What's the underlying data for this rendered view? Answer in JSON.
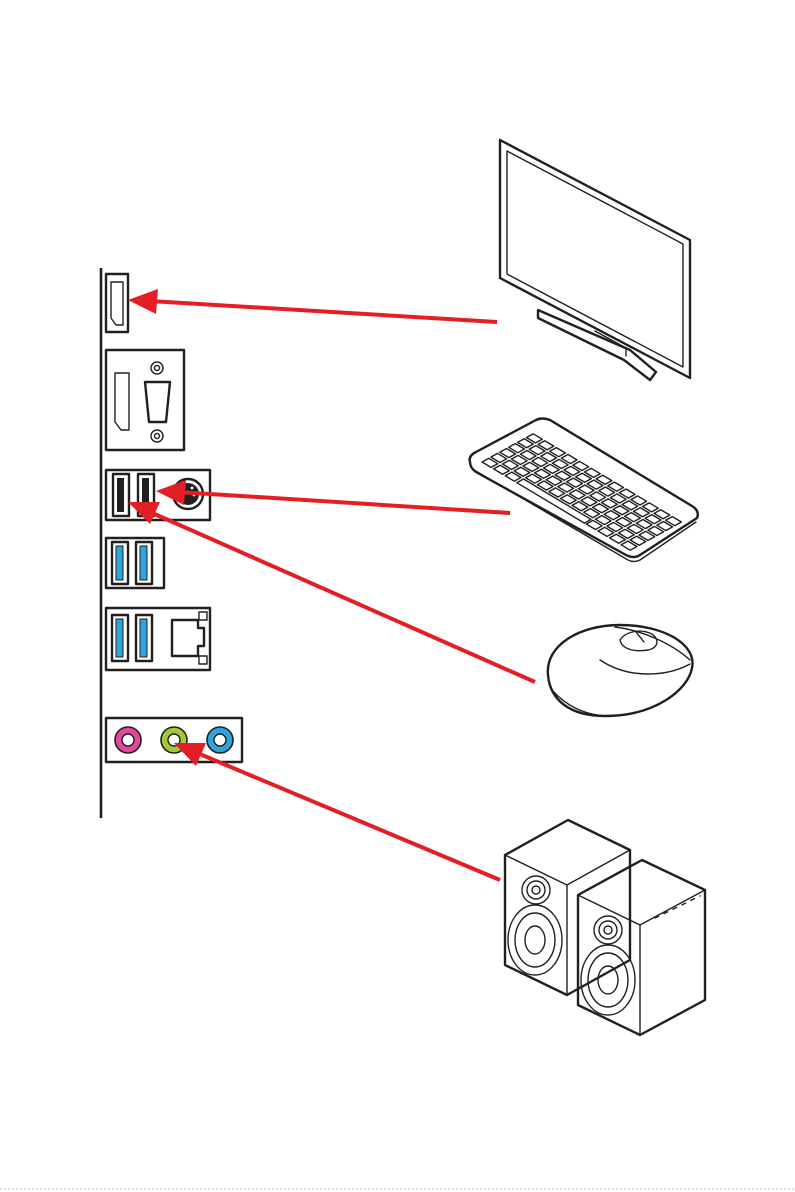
{
  "colors": {
    "arrow": "#e31e24",
    "outline": "#231f20",
    "usb3_blue": "#2ea3dc",
    "audio_pink": "#e0489b",
    "audio_lime": "#a3c93a",
    "audio_blue": "#2ea3dc",
    "background": "#ffffff"
  },
  "devices": [
    {
      "icon": "monitor-icon",
      "target_port": "hdmi-port"
    },
    {
      "icon": "keyboard-icon",
      "target_port": "usb2-port-right"
    },
    {
      "icon": "mouse-icon",
      "target_port": "usb2-port-left"
    },
    {
      "icon": "speakers-icon",
      "target_port": "audio-line-out-jack"
    }
  ],
  "ports": [
    "hdmi-port",
    "hdmi-vga-combo",
    "usb2-ps2-combo",
    "usb3-pair",
    "usb3-lan-combo",
    "audio-jacks"
  ]
}
